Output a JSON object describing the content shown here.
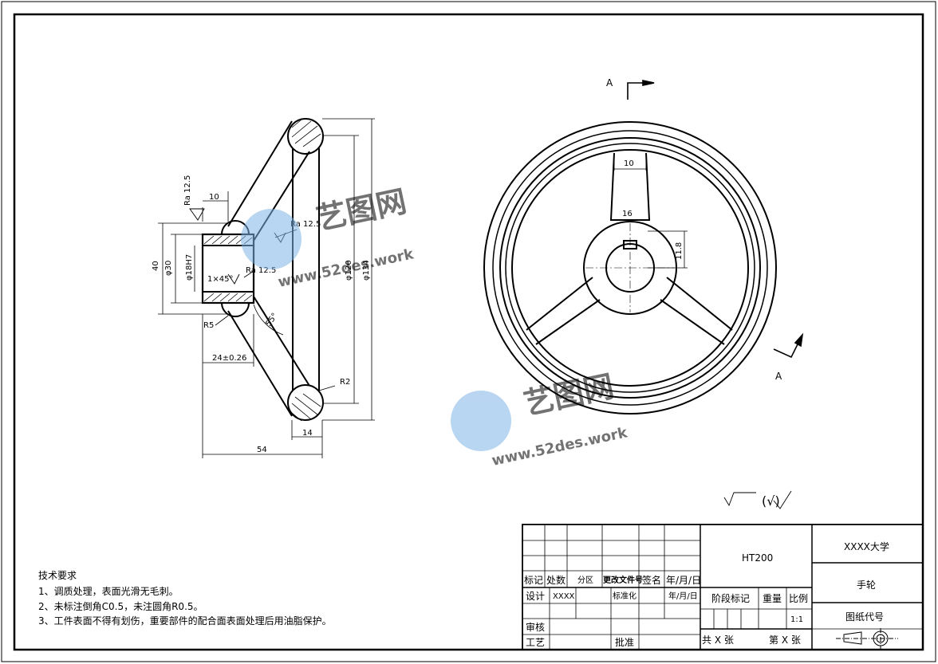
{
  "drawing": {
    "section_label": "A",
    "section_view_label": "A",
    "roughness_symbol_text": "(√)",
    "dimensions": {
      "ra_top": "Ra 12.5",
      "top_width": "10",
      "outer_height": "40",
      "hub_diameter": "φ30",
      "bore": "φ18H7",
      "chamfer": "1×45°",
      "ra_mid1": "Ra 12.5",
      "ra_mid2": "Ra 12.5",
      "ring_diameter": "φ120",
      "outer_diameter": "φ134",
      "angle": "55°",
      "fillet_r5": "R5",
      "hub_length": "24±0.26",
      "fillet_r2": "R2",
      "rim_thickness": "14",
      "total_length": "54",
      "spoke_top_width": "10",
      "spoke_bottom_width": "16",
      "keyway_depth": "11.8"
    }
  },
  "watermark": {
    "brand": "艺图网",
    "url": "www.52des.work"
  },
  "technical_requirements": {
    "title": "技术要求",
    "items": [
      "1、调质处理，表面光滑无毛刺。",
      "2、未标注倒角C0.5，未注圆角R0.5。",
      "3、工件表面不得有划伤，重要部件的配合面表面处理后用油脂保护。"
    ]
  },
  "title_block": {
    "material": "HT200",
    "university": "XXXX大学",
    "part_name": "手轮",
    "drawing_code_label": "图纸代号",
    "headers": [
      "标记",
      "处数",
      "分区",
      "更改文件号",
      "签名",
      "年/月/日"
    ],
    "design_label": "设计",
    "designer": "XXXX",
    "standardize_label": "标准化",
    "date_label": "年/月/日",
    "stage_label": "阶段标记",
    "weight_label": "重量",
    "scale_label": "比例",
    "scale_value": "1:1",
    "review_label": "审核",
    "process_label": "工艺",
    "approve_label": "批准",
    "sheet_total": "共 X 张",
    "sheet_no": "第 X 张"
  }
}
